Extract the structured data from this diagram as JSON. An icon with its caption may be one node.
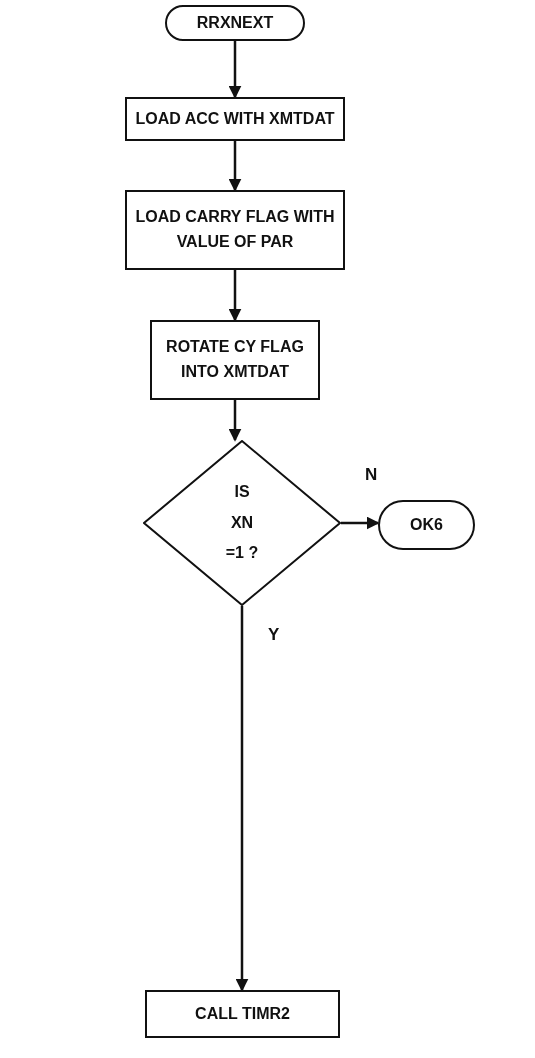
{
  "diagram": {
    "nodes": [
      {
        "text": [
          "RRXNEXT"
        ]
      },
      {
        "text": [
          "LOAD ACC WITH XMTDAT"
        ]
      },
      {
        "text": [
          "LOAD CARRY FLAG WITH VALUE OF PAR"
        ]
      },
      {
        "text": [
          "ROTATE CY FLAG INTO XMTDAT"
        ]
      },
      {
        "text": [
          "IS XN =1 ?"
        ]
      },
      {
        "text": [
          "OK6"
        ]
      },
      {
        "text": [
          "CALL TIMR2"
        ]
      }
    ],
    "edges": [
      {
        "from": 0,
        "to": 1,
        "arrow": "to"
      },
      {
        "from": 1,
        "to": 2,
        "arrow": "to"
      },
      {
        "from": 2,
        "to": 3,
        "arrow": "to"
      },
      {
        "from": 3,
        "to": 4,
        "arrow": "to"
      },
      {
        "from": 4,
        "to": 5,
        "arrow": "to",
        "label": "N"
      },
      {
        "from": 4,
        "to": 6,
        "arrow": "to",
        "label": "Y"
      }
    ]
  }
}
